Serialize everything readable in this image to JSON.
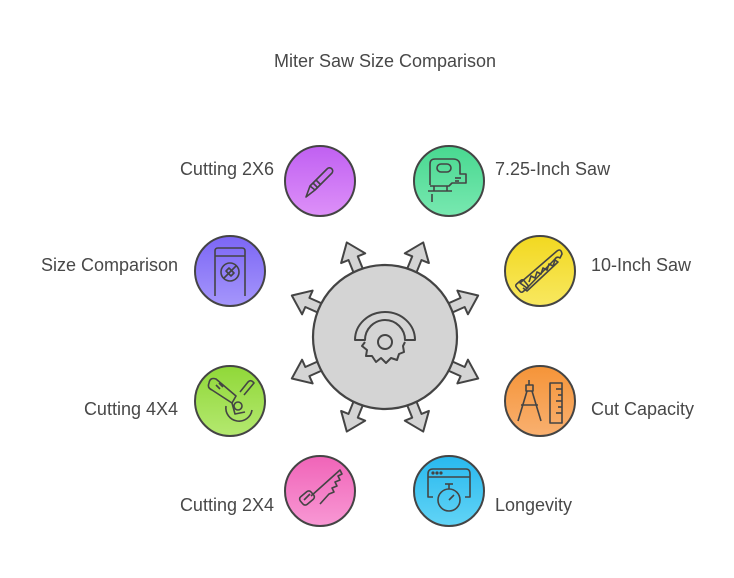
{
  "title": "Miter Saw Size Comparison",
  "center": {
    "icon": "circular-saw-blade-icon",
    "fill": "#d4d4d4"
  },
  "nodes": [
    {
      "label": "Cutting 2X6",
      "icon": "scalpel-icon",
      "color": "#d67ef5",
      "side": "left"
    },
    {
      "label": "7.25-Inch Saw",
      "icon": "jigsaw-icon",
      "color": "#5fe0a0",
      "side": "right"
    },
    {
      "label": "Size Comparison",
      "icon": "safety-box-icon",
      "color": "#8f7cf8",
      "side": "left"
    },
    {
      "label": "10-Inch Saw",
      "icon": "hacksaw-icon",
      "color": "#f5e03a",
      "side": "right"
    },
    {
      "label": "Cutting 4X4",
      "icon": "angle-grinder-icon",
      "color": "#9ee04d",
      "side": "left"
    },
    {
      "label": "Cut Capacity",
      "icon": "compass-ruler-icon",
      "color": "#f7a050",
      "side": "right"
    },
    {
      "label": "Cutting 2X4",
      "icon": "handsaw-icon",
      "color": "#f57ac8",
      "side": "left"
    },
    {
      "label": "Longevity",
      "icon": "stopwatch-window-icon",
      "color": "#3ec4f0",
      "side": "right"
    }
  ]
}
